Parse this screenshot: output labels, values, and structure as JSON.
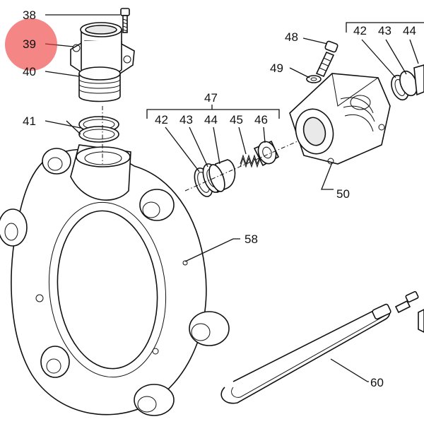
{
  "labels": {
    "l38": "38",
    "l39": "39",
    "l40": "40",
    "l41": "41",
    "l47": "47",
    "l42a": "42",
    "l43a": "43",
    "l44a": "44",
    "l45": "45",
    "l46": "46",
    "l48": "48",
    "l49": "49",
    "l42b": "42",
    "l43b": "43",
    "l44b": "44",
    "l50": "50",
    "l58": "58",
    "l60": "60"
  },
  "highlight": {
    "target_label": "39",
    "color": "#ee3b3b"
  }
}
